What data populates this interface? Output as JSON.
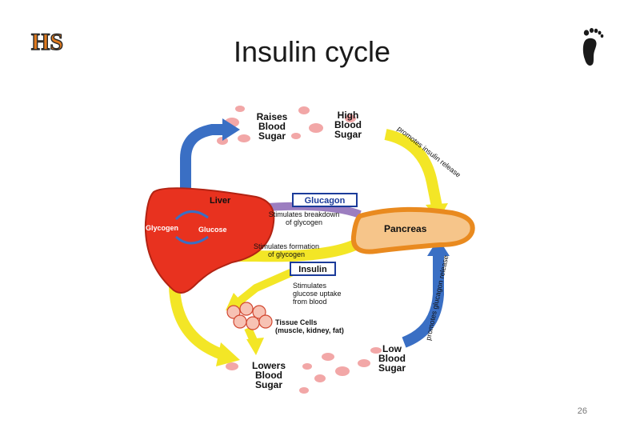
{
  "slide": {
    "title": "Insulin cycle",
    "page_number": "26",
    "logo_text": "HS"
  },
  "diagram": {
    "labels": {
      "raises_blood_sugar": [
        "Raises",
        "Blood",
        "Sugar"
      ],
      "high_blood_sugar": [
        "High",
        "Blood",
        "Sugar"
      ],
      "low_blood_sugar": [
        "Low",
        "Blood",
        "Sugar"
      ],
      "lowers_blood_sugar": [
        "Lowers",
        "Blood",
        "Sugar"
      ],
      "liver": "Liver",
      "glycogen": "Glycogen",
      "glucose": "Glucose",
      "glucagon": "Glucagon",
      "insulin": "Insulin",
      "pancreas": "Pancreas",
      "stimulates_breakdown": [
        "Stimulates breakdown",
        "of glycogen"
      ],
      "stimulates_formation": [
        "Stimulates formation",
        "of glycogen"
      ],
      "stimulates_uptake": [
        "Stimulates",
        "glucose uptake",
        "from blood"
      ],
      "tissue_cells": [
        "Tissue Cells",
        "(muscle, kidney, fat)"
      ],
      "promotes_insulin_release": "promotes insulin release",
      "promotes_glucagon_release": "promotes glucagon release"
    },
    "colors": {
      "liver": "#e8321f",
      "pancreas": "#f6c58a",
      "pancreas_border": "#e98a1f",
      "arrow_yellow": "#f3e626",
      "arrow_blue": "#3a6fc4",
      "blood_cell": "#f2a7a7",
      "label_box_border": "#1b3b9a"
    }
  }
}
